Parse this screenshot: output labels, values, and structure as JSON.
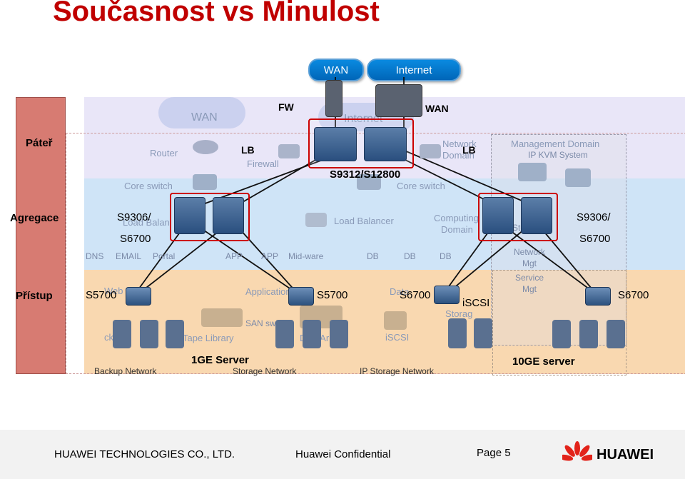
{
  "title": "Současnost vs Minulost",
  "top_links": {
    "wan": "WAN",
    "internet": "Internet"
  },
  "layers": {
    "pater": "Páteř",
    "agregace": "Agregace",
    "pristup": "Přístup"
  },
  "labels": {
    "fw": "FW",
    "wan": "WAN",
    "lb_left": "LB",
    "lb_right": "LB",
    "core_model": "S9312/S12800",
    "agg_left_1": "S9306/",
    "agg_left_2": "S6700",
    "agg_right_1": "S9306/",
    "agg_right_2": "S6700",
    "acc_1": "S5700",
    "acc_2": "S5700",
    "acc_3": "S6700",
    "acc_4": "S6700",
    "iscsi": "iSCSI",
    "server_1ge": "1GE Server",
    "server_10ge": "10GE server"
  },
  "faint_labels": {
    "wan_cloud": "WAN",
    "internet_cloud": "Internet",
    "router": "Router",
    "firewall": "Firewall",
    "core_switch_left": "Core switch",
    "core_switch_right": "Core switch",
    "network_domain_1": "Network",
    "network_domain_2": "Domain",
    "management_domain": "Management Domain",
    "ip_kvm": "IP KVM System",
    "load_balancer_left": "Load Balan",
    "load_balancer_mid": "Load Balancer",
    "computing_1": "Computing",
    "computing_2": "Domain",
    "storage": "Stor",
    "network_mgt_1": "Network",
    "network_mgt_2": "Mgt",
    "service_mgt_1": "Service",
    "service_mgt_2": "Mgt",
    "dns": "DNS",
    "email": "EMAIL",
    "portal": "Portal",
    "app": "APP",
    "app2": "APP",
    "midware": "Mid-ware",
    "db1": "DB",
    "db2": "DB",
    "db3": "DB",
    "web": "Web",
    "application": "Application",
    "data": "Data",
    "san_switch": "SAN switch",
    "backup": "ckup",
    "tape_library": "Tape Library",
    "disk_array": "Disk Ar",
    "iscsi_storage": "iSCSI",
    "storage_faint": "Storag",
    "backup_network": "Backup Network",
    "storage_network": "Storage Network",
    "ip_storage_network": "IP Storage Network"
  },
  "footer": {
    "company": "HUAWEI TECHNOLOGIES CO., LTD.",
    "confidential": "Huawei Confidential",
    "page": "Page 5",
    "brand": "HUAWEI"
  },
  "colors": {
    "title": "#c00000",
    "core_band": "#e9e6f8",
    "agg_band": "#cfe4f7",
    "access_band": "#f9d8b0",
    "layer_label_bg": "#d77b72",
    "link": "#111111",
    "pill": "#0a7fd4",
    "brand_red": "#e2231a"
  }
}
